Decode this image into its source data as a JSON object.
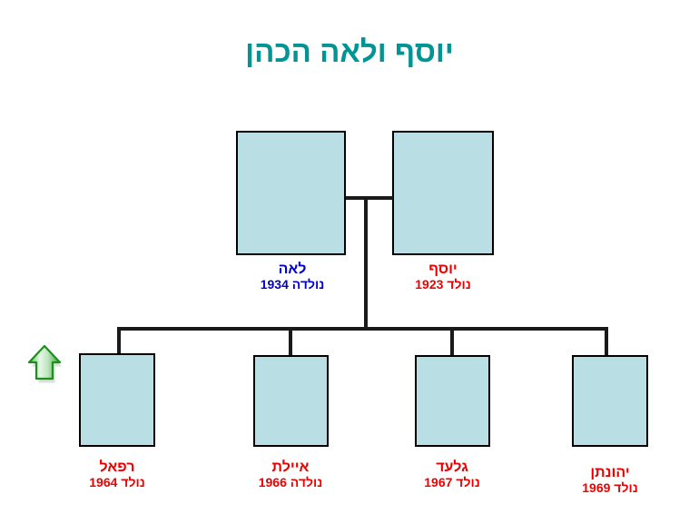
{
  "title": "יוסף ולאה הכהן",
  "colors": {
    "title": "#009494",
    "box_fill": "#b9dee3",
    "box_border": "#000000",
    "line": "#1a1a1a",
    "label_red": "#ee0000",
    "label_blue": "#0000cc",
    "arrow_green": "#33aa33",
    "background": "#ffffff"
  },
  "parents": [
    {
      "name": "לאה",
      "born": "נולדה 1934",
      "color": "blue",
      "side": "right-in-rtl"
    },
    {
      "name": "יוסף",
      "born": "נולד 1923",
      "color": "red",
      "side": "left-in-rtl"
    }
  ],
  "children": [
    {
      "name": "רפאל",
      "born": "נולד 1964",
      "color": "red"
    },
    {
      "name": "איילת",
      "born": "נולדה 1966",
      "color": "red"
    },
    {
      "name": "גלעד",
      "born": "נולד 1967",
      "color": "red"
    },
    {
      "name": "יהונתן",
      "born": "נולד 1969",
      "color": "red"
    }
  ],
  "icons": {
    "arrow_up": "arrow-up-icon"
  }
}
